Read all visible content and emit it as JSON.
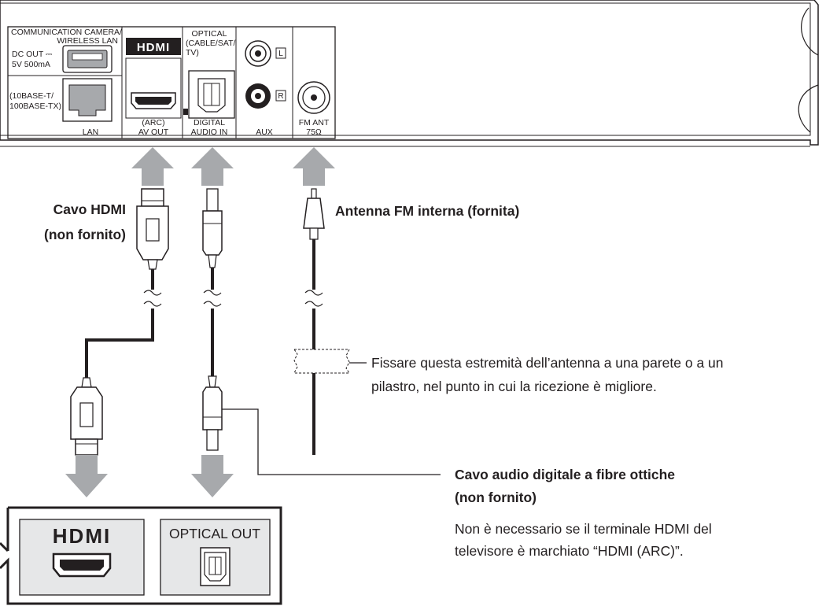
{
  "panel": {
    "comm_label_1": "COMMUNICATION CAMERA/",
    "comm_label_2": "WIRELESS LAN",
    "dc_out_1": "DC OUT ⎓",
    "dc_out_2": "5V 500mA",
    "lan_base_1": "(10BASE-T/",
    "lan_base_2": "100BASE-TX)",
    "lan_label": "LAN",
    "hdmi_logo": "HDMI",
    "arc_label_1": "(ARC)",
    "arc_label_2": "AV OUT",
    "optical_1": "OPTICAL",
    "optical_2": "(CABLE/SAT/",
    "optical_3": "TV)",
    "digital_1": "DIGITAL",
    "digital_2": "AUDIO IN",
    "aux_label": "AUX",
    "aux_l": "L",
    "aux_r": "R",
    "fm_1": "FM ANT",
    "fm_2": "75Ω"
  },
  "labels": {
    "hdmi_cable_1": "Cavo HDMI",
    "hdmi_cable_2": "(non fornito)",
    "fm_antenna": "Antenna FM interna (fornita)",
    "fix_note_1": "Fissare questa estremità dell’antenna a una parete o a un",
    "fix_note_2": "pilastro, nel punto in cui la ricezione è migliore.",
    "optical_cable_1": "Cavo audio digitale a fibre ottiche",
    "optical_cable_2": "(non fornito)",
    "arc_note_1": "Non è necessario se il terminale HDMI del",
    "arc_note_2": "televisore è marchiato “HDMI (ARC)”."
  },
  "tv": {
    "hdmi_logo": "HDMI",
    "optical_out": "OPTICAL OUT"
  },
  "colors": {
    "line": "#231f20",
    "arrow": "#a7a9ac",
    "panel_fill": "#ffffff"
  }
}
